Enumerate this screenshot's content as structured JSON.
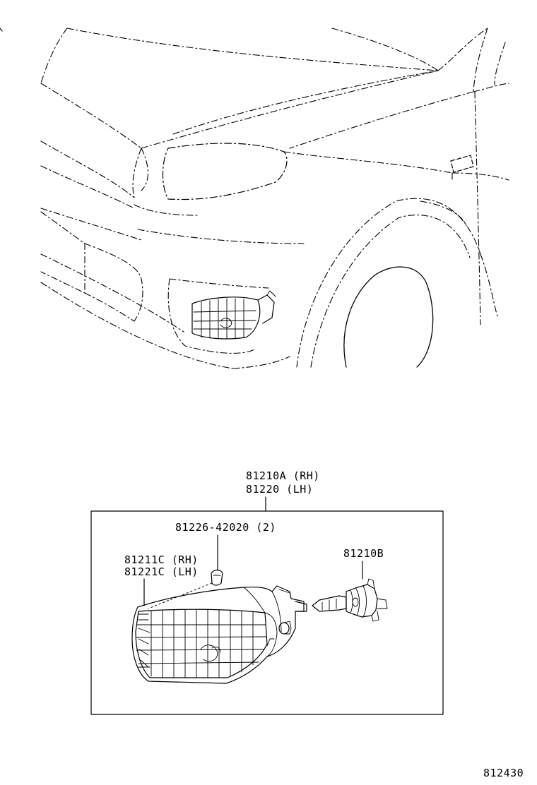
{
  "assembly": {
    "rh": "81210A (RH)",
    "lh": "81220 (LH)"
  },
  "parts": {
    "clip": "81226-42020 (2)",
    "lens_rh": "81211C (RH)",
    "lens_lh": "81221C (LH)",
    "bulb": "81210B"
  },
  "figure_number": "812430"
}
